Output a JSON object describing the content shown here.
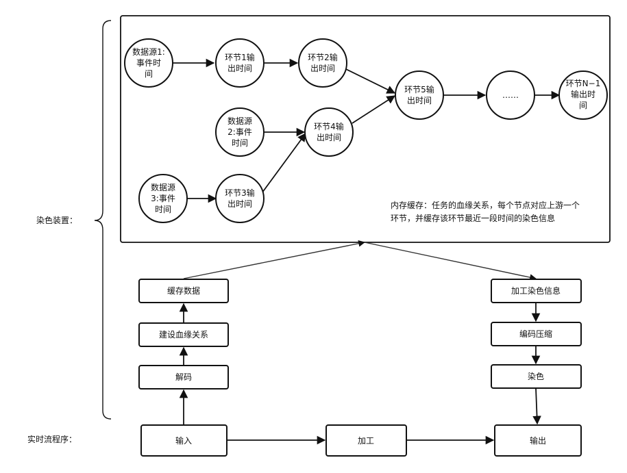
{
  "labels": {
    "dye_device": "染色装置：",
    "realtime_program": "实时流程序："
  },
  "memory_cache": {
    "line1": "内存缓存：任务的血缘关系，每个节点对应上游一个",
    "line2": "环节，并缓存该环节最近一段时间的染色信息"
  },
  "circles": {
    "src1": [
      "数据源1:",
      "事件时",
      "间"
    ],
    "step1": [
      "环节1输",
      "出时间"
    ],
    "step2": [
      "环节2输",
      "出时间"
    ],
    "step5": [
      "环节5输",
      "出时间"
    ],
    "ellipsis": [
      "……"
    ],
    "stepN": [
      "环节N−1",
      "输出时",
      "间"
    ],
    "src2": [
      "数据源",
      "2:事件",
      "时间"
    ],
    "step4": [
      "环节4输",
      "出时间"
    ],
    "src3": [
      "数据源",
      "3:事件",
      "时间"
    ],
    "step3": [
      "环节3输",
      "出时间"
    ]
  },
  "boxes": {
    "cache_data": "缓存数据",
    "build_lineage": "建设血缘关系",
    "decode": "解码",
    "add_dye_info": "加工染色信息",
    "encode_compress": "编码压缩",
    "dye": "染色",
    "input": "输入",
    "process": "加工",
    "output": "输出"
  }
}
